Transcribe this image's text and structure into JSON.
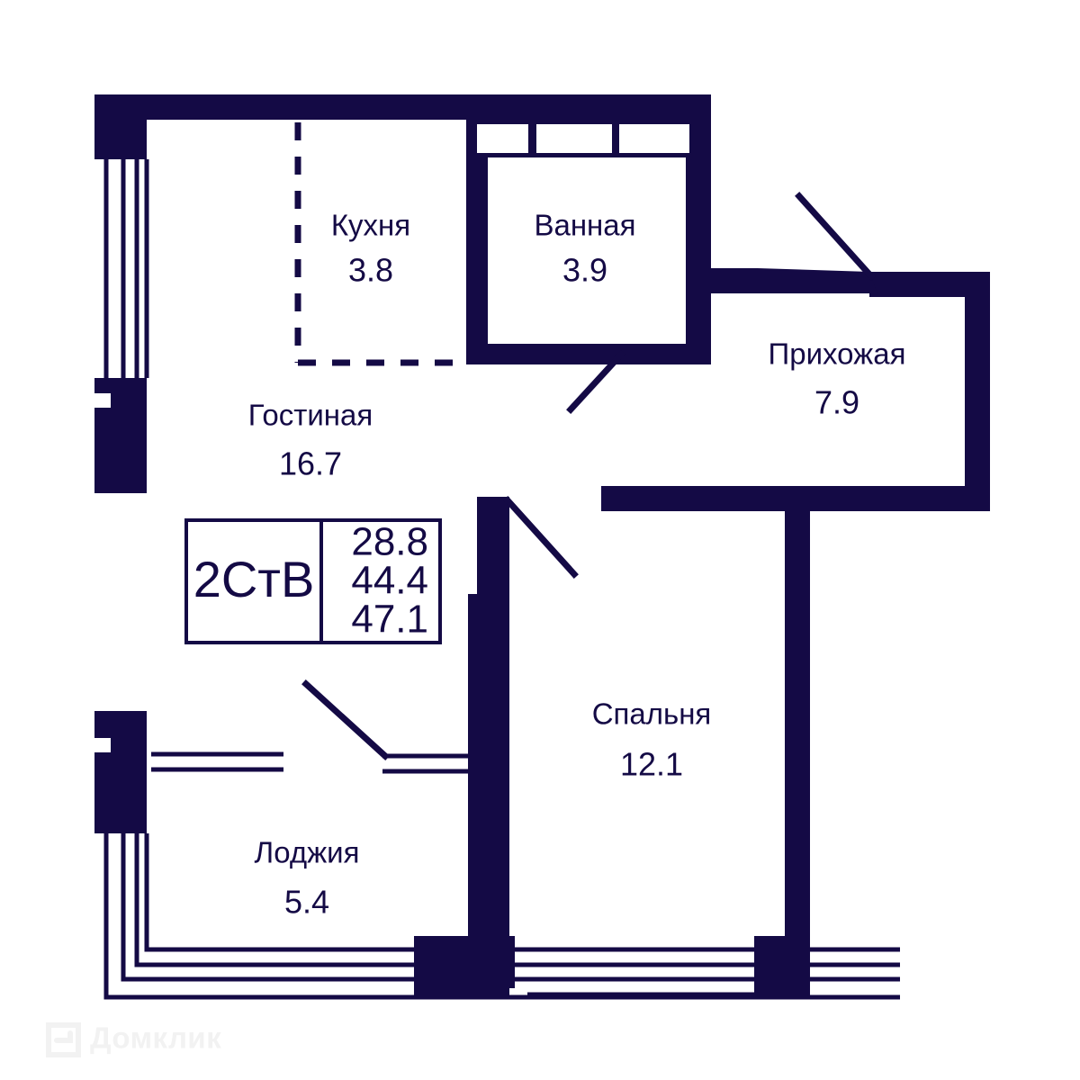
{
  "plan": {
    "wall_color": "#140a45",
    "background_color": "#ffffff",
    "text_color": "#140a45",
    "watermark_color": "#f2f2f2"
  },
  "badge": {
    "type_label": "2СтВ",
    "area_living": "28.8",
    "area_usable": "44.4",
    "area_total": "47.1"
  },
  "rooms": [
    {
      "key": "kitchen",
      "name": "Кухня",
      "area": "3.8"
    },
    {
      "key": "bathroom",
      "name": "Ванная",
      "area": "3.9"
    },
    {
      "key": "hallway",
      "name": "Прихожая",
      "area": "7.9"
    },
    {
      "key": "livingroom",
      "name": "Гостиная",
      "area": "16.7"
    },
    {
      "key": "bedroom",
      "name": "Спальня",
      "area": "12.1"
    },
    {
      "key": "loggia",
      "name": "Лоджия",
      "area": "5.4"
    }
  ],
  "watermark": {
    "text": "Домклик",
    "icon": "domclick-house-icon"
  }
}
